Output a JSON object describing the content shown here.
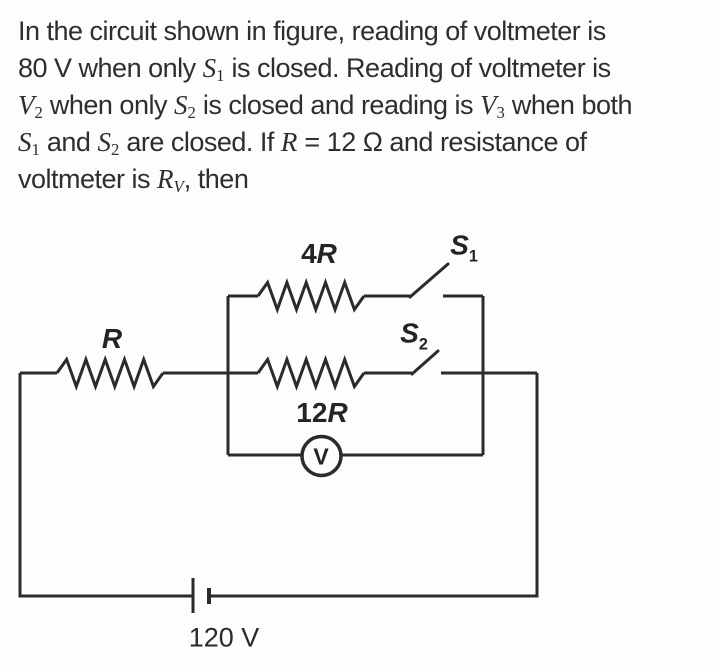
{
  "problem": {
    "lines": [
      {
        "segments": [
          {
            "t": "In the circuit shown in figure, reading of voltmeter is"
          }
        ]
      },
      {
        "segments": [
          {
            "t": "80 V when only "
          },
          {
            "t": "S",
            "s": "v"
          },
          {
            "t": "1",
            "s": "vs"
          },
          {
            "t": " is closed. Reading of voltmeter is"
          }
        ]
      },
      {
        "segments": [
          {
            "t": "V",
            "s": "v"
          },
          {
            "t": "2",
            "s": "vs"
          },
          {
            "t": " when only "
          },
          {
            "t": "S",
            "s": "v"
          },
          {
            "t": "2",
            "s": "vs"
          },
          {
            "t": " is closed and reading is "
          },
          {
            "t": "V",
            "s": "v"
          },
          {
            "t": "3",
            "s": "vs"
          },
          {
            "t": " when both"
          }
        ]
      },
      {
        "segments": [
          {
            "t": "S",
            "s": "v"
          },
          {
            "t": "1",
            "s": "vs"
          },
          {
            "t": " and "
          },
          {
            "t": "S",
            "s": "v"
          },
          {
            "t": "2",
            "s": "vs"
          },
          {
            "t": " are closed. If "
          },
          {
            "t": "R",
            "s": "v"
          },
          {
            "t": " = 12 Ω and resistance of"
          }
        ]
      },
      {
        "segments": [
          {
            "t": "voltmeter is "
          },
          {
            "t": "R",
            "s": "v"
          },
          {
            "t": "V",
            "s": "vsi"
          },
          {
            "t": ", then"
          }
        ]
      }
    ]
  },
  "circuit": {
    "ink": "#2b2b2b",
    "labels": {
      "series_resistor": {
        "num": "",
        "var": "R"
      },
      "top_resistor": {
        "num": "4",
        "var": "R"
      },
      "middle_resistor": {
        "num": "12",
        "var": "R"
      },
      "switch1": {
        "base": "S",
        "sub": "1"
      },
      "switch2": {
        "base": "S",
        "sub": "2"
      },
      "voltmeter": "V",
      "battery": "120 V"
    }
  }
}
